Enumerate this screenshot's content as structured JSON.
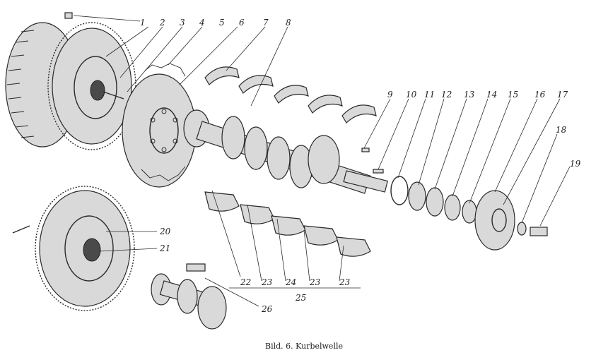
{
  "caption": "Bild. 6. Kurbelwelle",
  "part_numbers": [
    "1",
    "2",
    "3",
    "4",
    "5",
    "6",
    "7",
    "8",
    "9",
    "10",
    "11",
    "12",
    "13",
    "14",
    "15",
    "16",
    "17",
    "18",
    "19",
    "20",
    "21",
    "22",
    "23",
    "24",
    "23",
    "23",
    "25",
    "26"
  ]
}
